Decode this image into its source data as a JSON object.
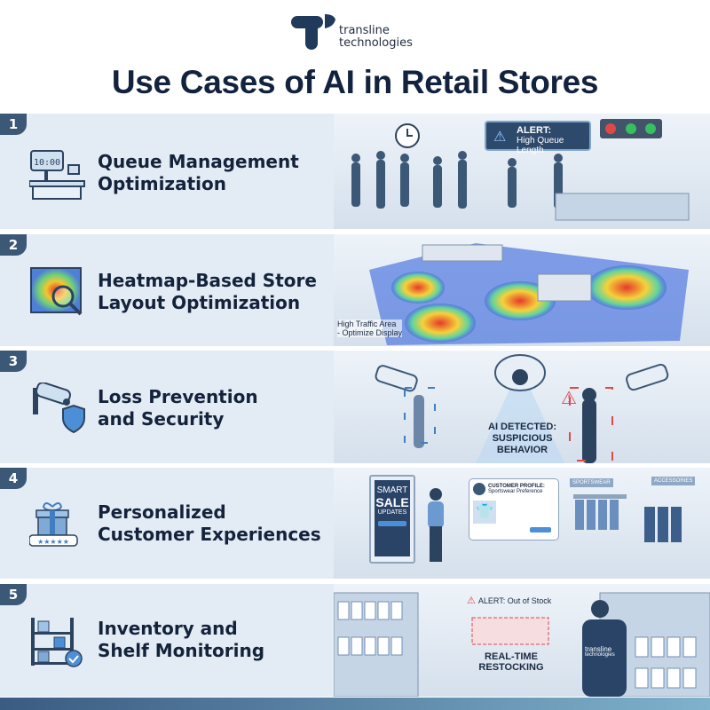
{
  "brand": {
    "name_line1": "transline",
    "name_line2": "technologies"
  },
  "title": "Use Cases of AI in Retail Stores",
  "colors": {
    "navy": "#12233f",
    "badge": "#3c5877",
    "panel": "#e3ebf4",
    "alert_red": "#e04848",
    "accent_blue": "#3f7fc1"
  },
  "use_cases": [
    {
      "number": "1",
      "title_line1": "Queue Management",
      "title_line2": "Optimization",
      "icon": "checkout-counter-clock-icon",
      "icon_text": "10:00",
      "scene": {
        "alert_label": "ALERT:",
        "alert_text": "High Queue Length"
      }
    },
    {
      "number": "2",
      "title_line1": "Heatmap-Based Store",
      "title_line2": "Layout Optimization",
      "icon": "heatmap-magnifier-icon",
      "scene": {
        "annotation_line1": "High Traffic Area",
        "annotation_line2": "- Optimize Display"
      }
    },
    {
      "number": "3",
      "title_line1": "Loss Prevention",
      "title_line2": "and Security",
      "icon": "security-camera-shield-icon",
      "scene": {
        "detection_line1": "AI DETECTED:",
        "detection_line2": "SUSPICIOUS",
        "detection_line3": "BEHAVIOR"
      }
    },
    {
      "number": "4",
      "title_line1": "Personalized",
      "title_line2": "Customer Experiences",
      "icon": "gift-rating-icon",
      "scene": {
        "sign_line1": "SMART",
        "sign_line2": "SALE",
        "sign_line3": "UPDATES",
        "profile_title": "CUSTOMER PROFILE:",
        "profile_text": "Sportswear Preference",
        "tag_sportswear": "SPORTSWEAR",
        "tag_accessories": "ACCESSORIES"
      }
    },
    {
      "number": "5",
      "title_line1": "Inventory and",
      "title_line2": "Shelf Monitoring",
      "icon": "shelf-check-icon",
      "scene": {
        "alert_text": "ALERT: Out of Stock",
        "restock_line1": "REAL-TIME",
        "restock_line2": "RESTOCKING",
        "uniform_line1": "transline",
        "uniform_line2": "technologies"
      }
    }
  ]
}
